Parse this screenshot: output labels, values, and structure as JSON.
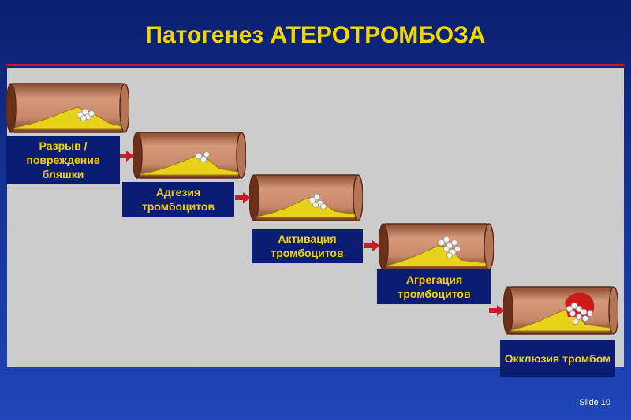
{
  "slide": {
    "title": "Патогенез АТЕРОТРОМБОЗА",
    "slide_number": "Slide 10"
  },
  "stages": [
    {
      "label": "Разрыв / повреждение бляшки"
    },
    {
      "label": "Адгезия тромбоцитов"
    },
    {
      "label": "Активация тромбоцитов"
    },
    {
      "label": "Агрегация тромбоцитов"
    },
    {
      "label": "Окклюзия тромбом"
    }
  ],
  "colors": {
    "title": "#f3d500",
    "label_bg": "#0b1d73",
    "label_text": "#f2d500",
    "vessel_wall": "#c98b6a",
    "plaque": "#e8d21a",
    "thrombus": "#cc1a1a",
    "arrow": "#c81e2a"
  }
}
